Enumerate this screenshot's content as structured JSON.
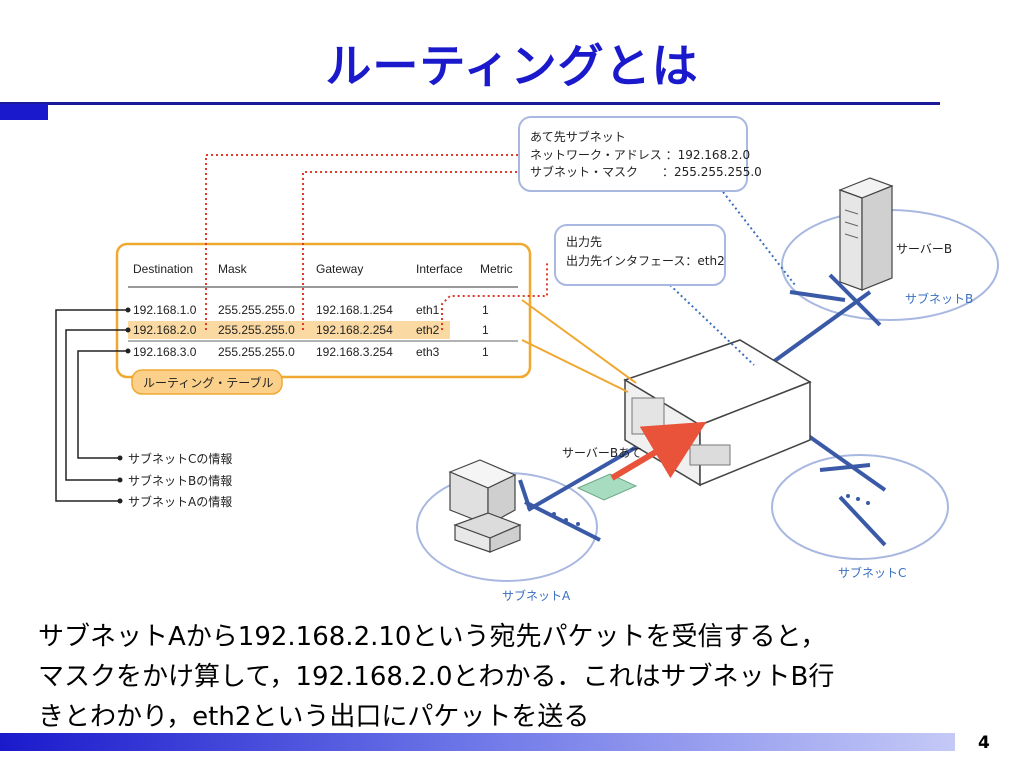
{
  "slide": {
    "title": "ルーティングとは",
    "page_number": "4"
  },
  "diagram": {
    "dest_subnet_box": {
      "title": "あて先サブネット",
      "line1": "ネットワーク・アドレス ：192.168.2.0",
      "line2": "サブネット・マスク　　：255.255.255.0"
    },
    "output_box": {
      "title": "出力先",
      "line1": "出力先インタフェース：eth2"
    },
    "routing_table": {
      "headers": [
        "Destination",
        "Mask",
        "Gateway",
        "Interface",
        "Metric"
      ],
      "rows": [
        [
          "192.168.1.0",
          "255.255.255.0",
          "192.168.1.254",
          "eth1",
          "1"
        ],
        [
          "192.168.2.0",
          "255.255.255.0",
          "192.168.2.254",
          "eth2",
          "1"
        ],
        [
          "192.168.3.0",
          "255.255.255.0",
          "192.168.3.254",
          "eth3",
          "1"
        ]
      ],
      "label": "ルーティング・テーブル"
    },
    "subnet_info": [
      "サブネットCの情報",
      "サブネットBの情報",
      "サブネットAの情報"
    ],
    "server_label": "サーバーB",
    "packet_label": "サーバーBあて",
    "subnet_a": "サブネットA",
    "subnet_b": "サブネットB",
    "subnet_c": "サブネットC"
  },
  "caption": {
    "line1": "サブネットAから192.168.2.10という宛先パケットを受信すると，",
    "line2": "マスクをかけ算して，192.168.2.0とわかる．これはサブネットB行",
    "line3": "きとわかり，eth2という出口にパケットを送る"
  },
  "colors": {
    "title": "#1a1acc",
    "box_outline": "#f0a830",
    "callout_outline": "#a8b8e0",
    "highlight": "#fbd9a3",
    "dotted_red": "#e03a2a",
    "dotted_blue": "#3a6fc0",
    "network_line": "#3a5aa8",
    "packet_arrow": "#e8533a",
    "packet": "#a8dcc0"
  }
}
